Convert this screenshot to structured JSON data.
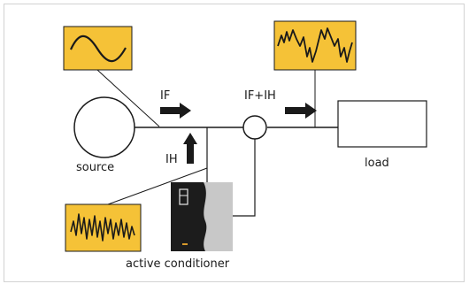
{
  "diagram": {
    "labels": {
      "if": "IF",
      "ih": "IH",
      "if_ih": "IF+IH",
      "source": "source",
      "load": "load",
      "conditioner": "active conditioner"
    },
    "waveforms": {
      "source": "sine",
      "load": "distorted",
      "conditioner": "harmonic"
    },
    "colors": {
      "panel": "#f5c237",
      "line": "#1a1a1a",
      "device_dark": "#1c1c1c",
      "device_light": "#c8c8c8",
      "device_accent": "#d89a2c"
    }
  }
}
